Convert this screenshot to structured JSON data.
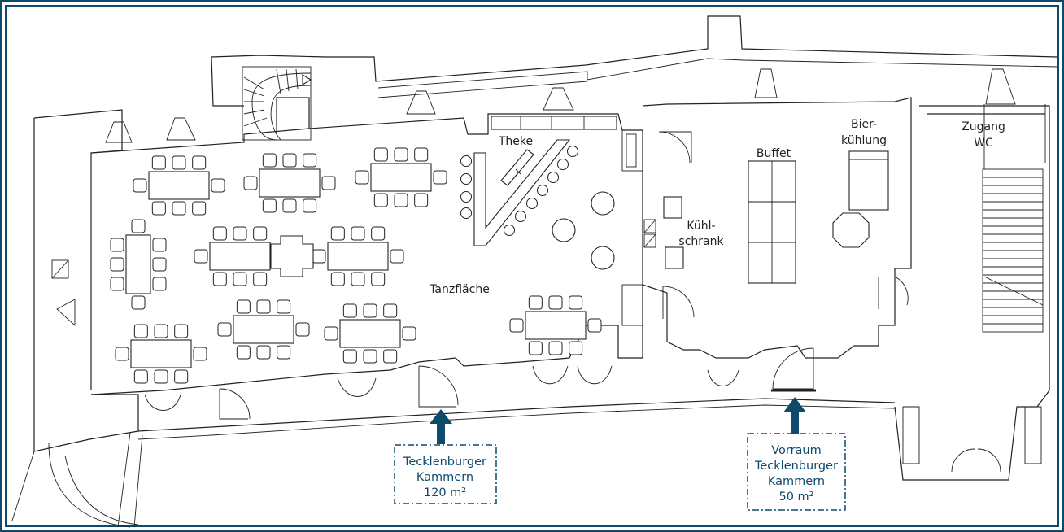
{
  "colors": {
    "accent": "#0d4a6b",
    "line": "#222222"
  },
  "rooms": {
    "tanzflaeche": "Tanzfläche",
    "theke": "Theke",
    "buffet": "Buffet",
    "bier_l1": "Bier-",
    "bier_l2": "kühlung",
    "kuehl_l1": "Kühl-",
    "kuehl_l2": "schrank",
    "wc_l1": "Zugang",
    "wc_l2": "WC"
  },
  "callouts": {
    "main": {
      "l1": "Tecklenburger",
      "l2": "Kammern",
      "l3": "120 m²"
    },
    "vorraum": {
      "l1": "Vorraum",
      "l2": "Tecklenburger",
      "l3": "Kammern",
      "l4": "50 m²"
    }
  }
}
